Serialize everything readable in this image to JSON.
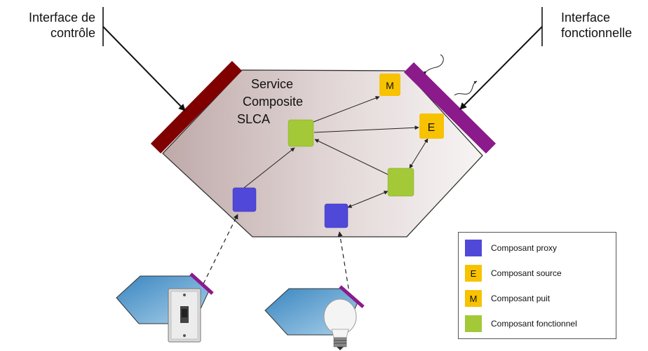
{
  "labels": {
    "control_interface": [
      "Interface de",
      "contrôle"
    ],
    "functional_interface": [
      "Interface",
      "fonctionnelle"
    ],
    "service": [
      "Service",
      "Composite",
      "SLCA"
    ]
  },
  "components": {
    "M": "M",
    "E": "E"
  },
  "legend": [
    {
      "symbol": "",
      "label": "Composant proxy",
      "color": "#5048d8"
    },
    {
      "symbol": "E",
      "label": "Composant source",
      "color": "#f7c200"
    },
    {
      "symbol": "M",
      "label": "Composant puit",
      "color": "#f7c200"
    },
    {
      "symbol": "",
      "label": "Composant fonctionnel",
      "color": "#a3c838"
    }
  ],
  "colors": {
    "control_bar": "#800000",
    "functional_bar": "#8b1a8b",
    "proxy": "#5048d8",
    "source": "#f7c200",
    "functional": "#a3c838",
    "device_fill": "#4d9bd0"
  }
}
